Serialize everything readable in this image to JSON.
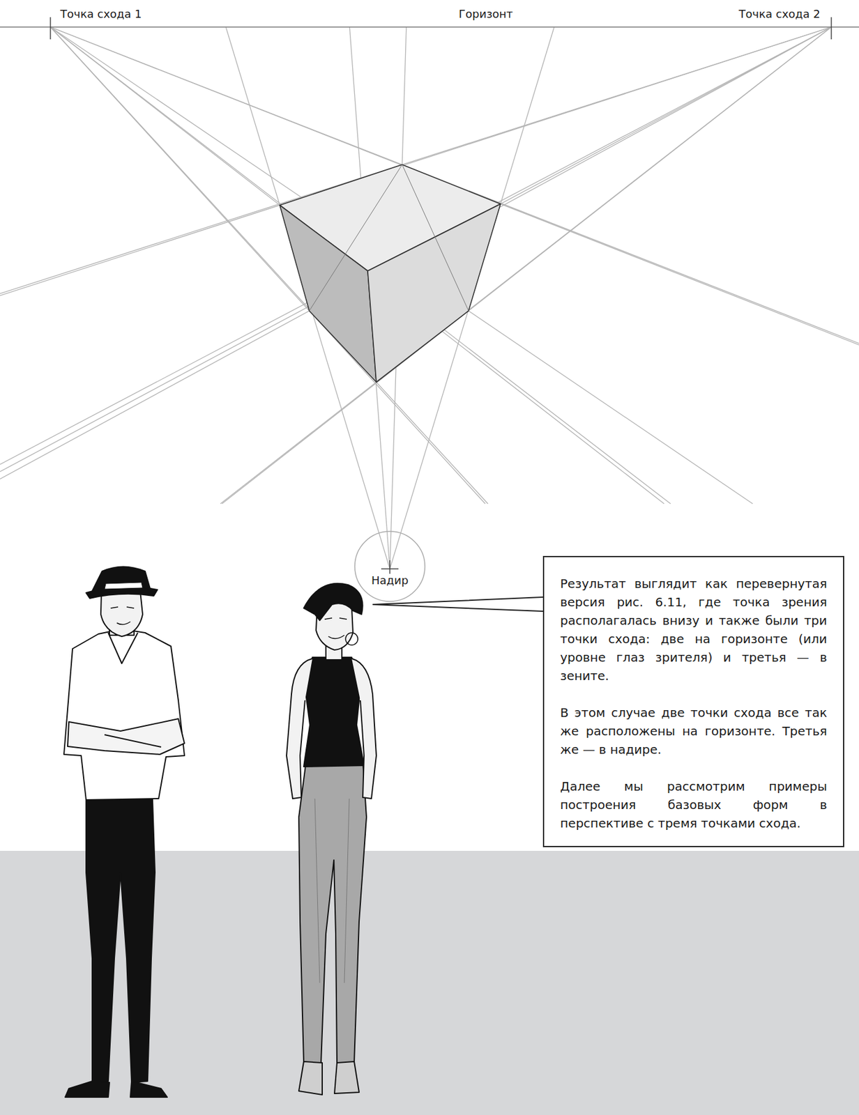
{
  "diagram": {
    "nodes": [
      {
        "text": [
          "Результат выглядит как перевернутая версия рис. 6.11, где точка зрения располагалась внизу и также были три точки схода: две на горизонте (или уровне глаз зрителя) и третья — в зените.",
          "В этом случае две точки схода все так же расположены на горизонте. Третья же — в надире.",
          "Далее мы рассмотрим примеры построения базовых форм в перспективе с тремя точками схода."
        ]
      }
    ],
    "labels": [
      "Точка схода 1",
      "Горизонт",
      "Точка схода 2",
      "Надир"
    ]
  }
}
